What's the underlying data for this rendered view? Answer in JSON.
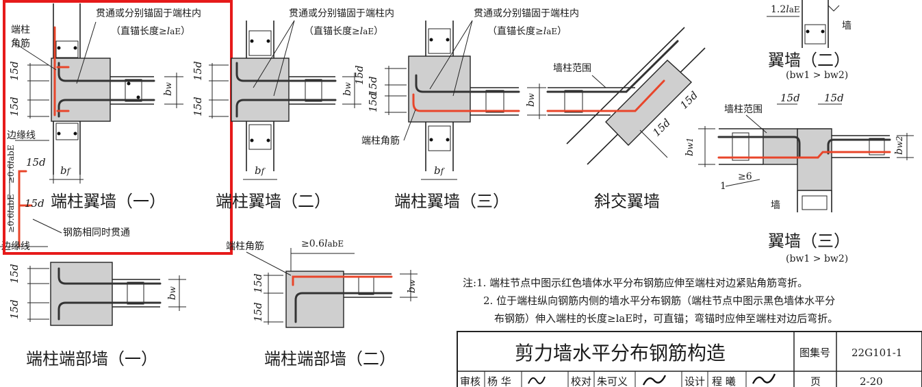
{
  "labels": {
    "through_anchor_1": "贯通或分别锚固于端柱内",
    "straight_anchor_1": "（直锚长度≥",
    "straight_anchor_1_sym": "l",
    "straight_anchor_1_sub": "aE",
    "straight_anchor_1_end": "）",
    "through_anchor_2": "贯通或分别锚固于端柱内",
    "straight_anchor_2": "（直锚长度≥",
    "straight_anchor_2_end": "）",
    "through_anchor_3": "贯通或分别锚固于端柱内",
    "straight_anchor_3": "（直锚长度≥",
    "straight_anchor_3_end": "）",
    "end_column": "端柱",
    "corner_bar": "角筋",
    "edge_line_1": "边缘线",
    "edge_line_2": "边缘线",
    "rebar_through": "钢筋相同时贯通",
    "end_column_corner_bar": "端柱角筋",
    "end_column_corner_bar_2": "端柱角筋",
    "wall_column_range_1": "墙柱范围",
    "wall_column_range_2": "墙柱范围",
    "wall_1": "墙",
    "wall_2": "墙",
    "lap_1_2": "1.2",
    "lap_sym": "l",
    "lap_sub": "aE",
    "slope": "≥6",
    "slope_1": "1",
    "min_06": "≥0.6",
    "labE_sym": "l",
    "labE_sub": "abE",
    "d15": "15d",
    "bw": "b",
    "bw_sub": "w",
    "bf": "b",
    "bf_sub": "f",
    "bw1_sub": "w1",
    "bw2_sub": "w2"
  },
  "titles": {
    "fig1": "端柱翼墙（一）",
    "fig2": "端柱翼墙（二）",
    "fig3": "端柱翼墙（三）",
    "fig4": "斜交翼墙",
    "fig5": "翼墙（二）",
    "fig5_cond": "(bw1 > bw2)",
    "fig6": "翼墙（三）",
    "fig6_cond": "(bw1 > bw2)",
    "fig7": "端柱端部墙（一）",
    "fig8": "端柱端部墙（二）"
  },
  "notes": {
    "prefix": "注:",
    "n1": "1. 端柱节点中图示红色墙体水平分布钢筋应伸至端柱对边紧贴角筋弯折。",
    "n2a": "2. 位于端柱纵向钢筋内侧的墙水平分布钢筋（端柱节点中图示黑色墙体水平分",
    "n2b": "布钢筋）伸入端柱的长度≥laE时，可直锚；弯锚时应伸至端柱对边后弯折。"
  },
  "title_block": {
    "main_title": "剪力墙水平分布钢筋构造",
    "atlas_label": "图集号",
    "atlas_no": "22G101-1",
    "review_label": "审核",
    "reviewer": "杨 华",
    "check_label": "校对",
    "checker": "朱可义",
    "design_label": "设计",
    "designer": "程 曦",
    "page_label": "页",
    "page_no": "2-20"
  },
  "colors": {
    "red_rebar": "#e8452a",
    "highlight": "#e61a1a",
    "concrete": "#cfcfcf"
  }
}
